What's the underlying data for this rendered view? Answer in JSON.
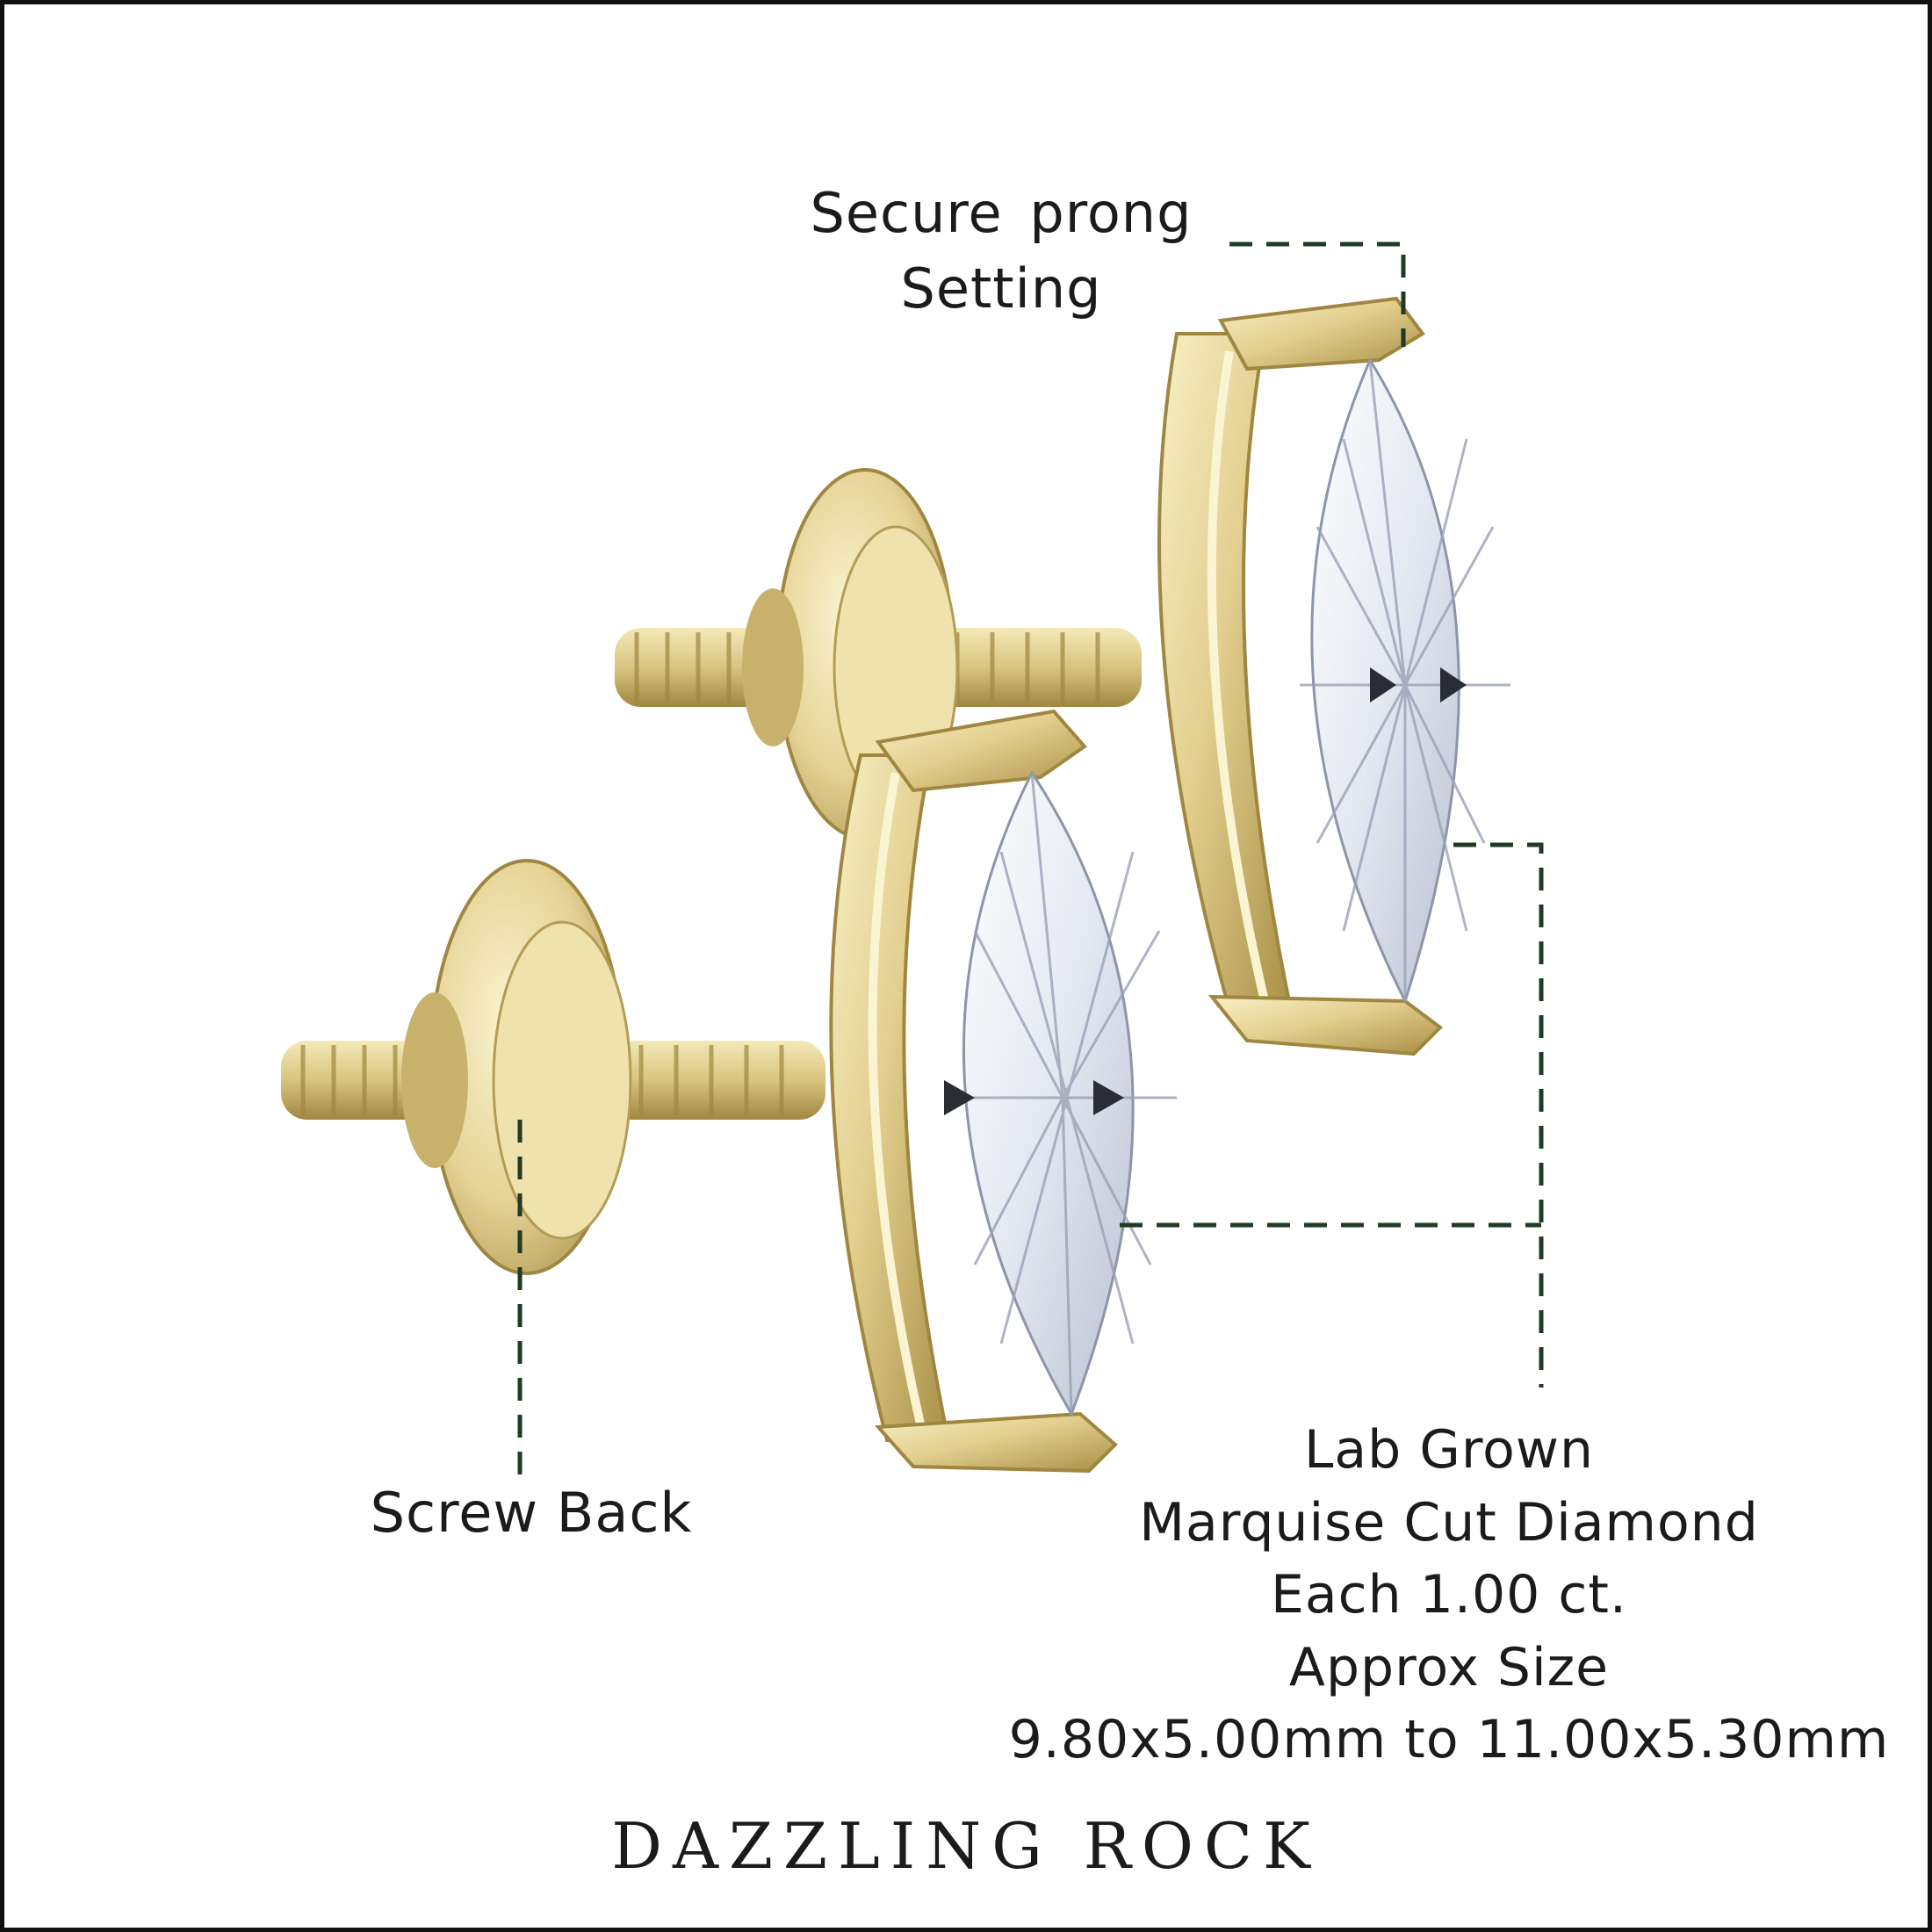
{
  "labels": {
    "prong": [
      "Secure  prong",
      "Setting"
    ],
    "screw_back": "Screw Back",
    "diamond": [
      "Lab Grown",
      "Marquise Cut Diamond",
      "Each 1.00 ct.",
      "Approx Size",
      "9.80x5.00mm to 11.00x5.30mm"
    ]
  },
  "brand": "DAZZLING ROCK",
  "colors": {
    "leader_line": "#1f3b26",
    "gold": "#e6d49a",
    "gold_dark": "#a8944e",
    "text": "#1b1b1b",
    "border": "#111111"
  },
  "icons": [
    "marquise-diamond-earring-illustration",
    "screw-back-illustration"
  ]
}
